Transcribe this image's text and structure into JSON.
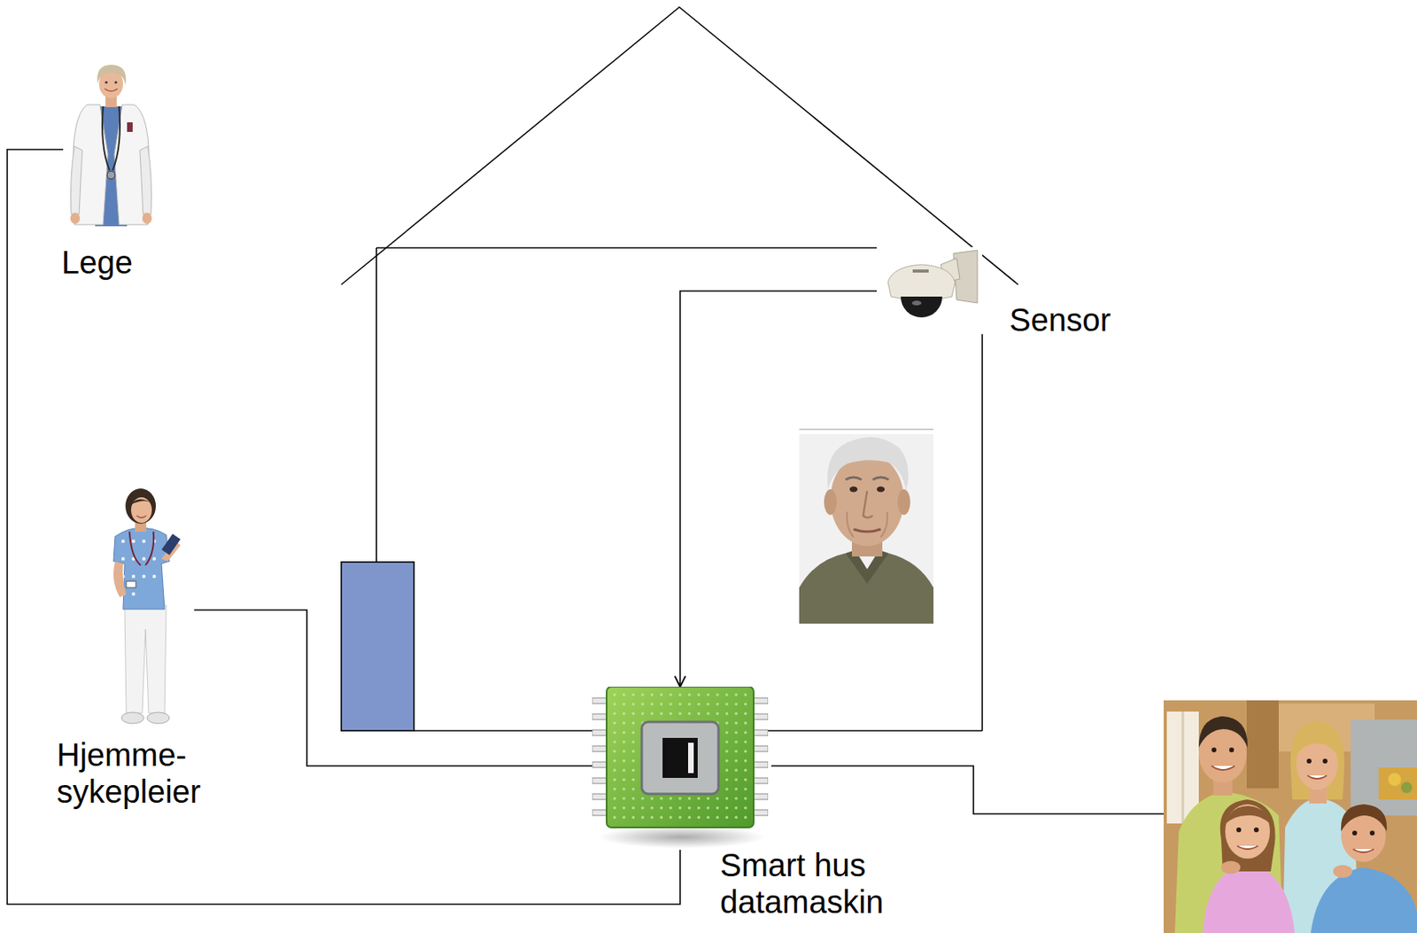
{
  "diagram": {
    "nodes": [
      {
        "text": [
          "Lege"
        ]
      },
      {
        "text": [
          "Sensor"
        ]
      },
      {
        "text": [
          "Hjemme- sykepleier"
        ]
      },
      {
        "text": [
          "Smart hus datamaskin"
        ]
      }
    ],
    "edges": [
      {
        "from": 0,
        "to": 3,
        "arrow": "none"
      },
      {
        "from": 1,
        "to": 3,
        "arrow": "to"
      },
      {
        "from": 2,
        "to": 3,
        "arrow": "none"
      }
    ]
  }
}
